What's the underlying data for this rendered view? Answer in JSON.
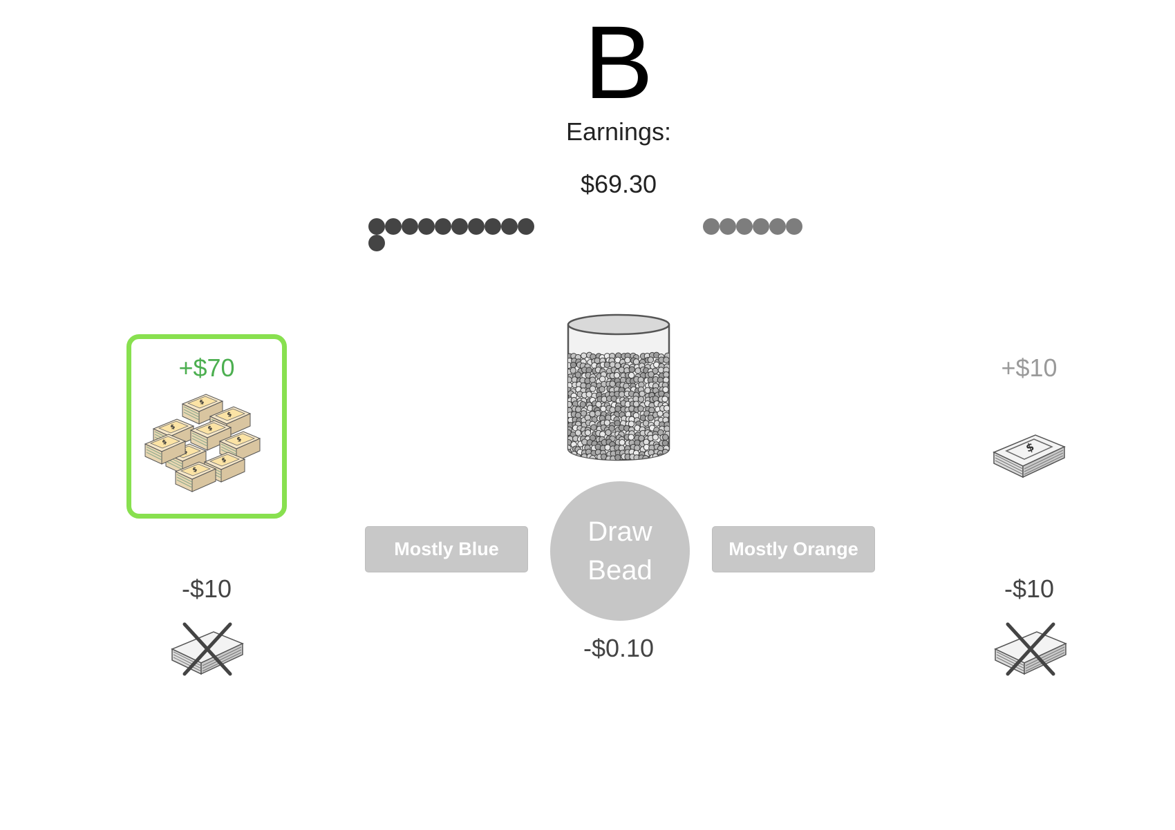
{
  "jar": {
    "letter": "B"
  },
  "earnings": {
    "label": "Earnings:",
    "value": "$69.30"
  },
  "tally": {
    "left_count": 11,
    "left_color": "#444444",
    "right_count": 6,
    "right_color": "#7d7d7d"
  },
  "cards": {
    "left": {
      "reward": "+$70",
      "reward_color": "#4caf50",
      "selected": true,
      "penalty": "-$10",
      "icon": "money-stacks-icon"
    },
    "right": {
      "reward": "+$10",
      "reward_color": "#9a9a9a",
      "selected": false,
      "penalty": "-$10",
      "icon": "money-stack-icon"
    }
  },
  "buttons": {
    "mostly_blue": "Mostly Blue",
    "mostly_orange": "Mostly Orange",
    "draw_line1": "Draw",
    "draw_line2": "Bead"
  },
  "draw_cost": "-$0.10",
  "colors": {
    "selected_border": "#88e04f",
    "button_bg": "#c8c8c8"
  }
}
